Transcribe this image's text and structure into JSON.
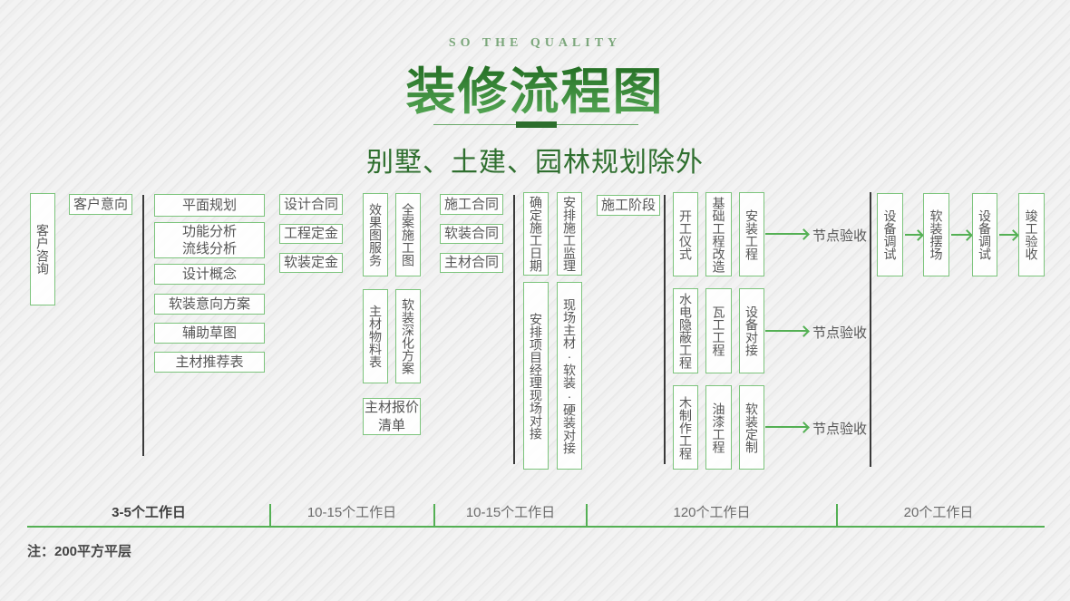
{
  "header": {
    "tagline": "SO THE QUALITY",
    "title": "装修流程图",
    "subtitle": "别墅、土建、园林规划除外"
  },
  "colors": {
    "accent_green": "#54b054",
    "box_border_green": "#7cc47c",
    "title_green_dark": "#1d671d",
    "title_green_light": "#58aa58",
    "tagline_green": "#7ba77b",
    "subtitle_green": "#2f6f2f",
    "stage_divider_dark": "#3a3a3a",
    "box_text_gray": "#565656"
  },
  "flow": {
    "boxes": [
      {
        "text": "客户咨询"
      },
      {
        "text": "客户意向"
      },
      {
        "text": "平面规划"
      },
      {
        "text": "功能分析\n流线分析"
      },
      {
        "text": "设计概念"
      },
      {
        "text": "软装意向方案"
      },
      {
        "text": "辅助草图"
      },
      {
        "text": "主材推荐表"
      },
      {
        "text": "设计合同"
      },
      {
        "text": "工程定金"
      },
      {
        "text": "软装定金"
      },
      {
        "text": "效果图服务"
      },
      {
        "text": "全案施工图"
      },
      {
        "text": "主材物料表"
      },
      {
        "text": "软装深化方案"
      },
      {
        "text": "主材报价清单"
      },
      {
        "text": "施工合同"
      },
      {
        "text": "软装合同"
      },
      {
        "text": "主材合同"
      },
      {
        "text": "确定施工日期"
      },
      {
        "text": "安排施工监理"
      },
      {
        "text": "施工阶段"
      },
      {
        "text": "安排项目经理现场对接"
      },
      {
        "text": "现场主材·软装·硬装对接"
      },
      {
        "text": "开工仪式"
      },
      {
        "text": "基础工程改造"
      },
      {
        "text": "安装工程"
      },
      {
        "text": "水电隐蔽工程"
      },
      {
        "text": "瓦工工程"
      },
      {
        "text": "设备对接"
      },
      {
        "text": "木制作工程"
      },
      {
        "text": "油漆工程"
      },
      {
        "text": "软装定制"
      },
      {
        "text": "设备调试"
      },
      {
        "text": "软装摆场"
      },
      {
        "text": "设备调试"
      },
      {
        "text": "竣工验收"
      }
    ],
    "milestones": [
      {
        "label": "节点验收"
      },
      {
        "label": "节点验收"
      },
      {
        "label": "节点验收"
      }
    ]
  },
  "timeline": {
    "segments": [
      {
        "label": "3-5个工作日"
      },
      {
        "label": "10-15个工作日"
      },
      {
        "label": "10-15个工作日"
      },
      {
        "label": "120个工作日"
      },
      {
        "label": "20个工作日"
      }
    ],
    "note": "注：200平方平层"
  }
}
